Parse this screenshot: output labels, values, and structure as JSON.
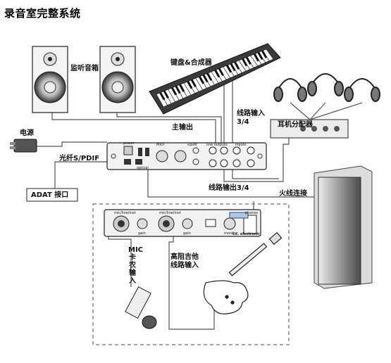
{
  "title": "录音室完整系统",
  "labels": {
    "monitor_speakers": "监听音箱",
    "keyboard": "键盘&合成器",
    "power": "电源",
    "main_out": "主输出",
    "line_in": "线路输入3/4",
    "headphone_amp": "耳机分配器",
    "optical": "光纤S/PDIF",
    "adat": "ADAT 接口",
    "line_out": "线路输出3/4",
    "firewire": "火线连接",
    "mic_in": "MIC卡农输入",
    "guitar_in": "高阻吉他线路输入"
  },
  "interface_panel": {
    "brand": "t.c. electronic",
    "rear_labels": [
      "power",
      "optical",
      "MIDI",
      "s/pdif",
      "line outputs",
      "inputs"
    ],
    "front_labels": [
      "mic/line/inst",
      "mic/line/inst",
      "gain",
      "gain",
      "phones",
      "monitor"
    ]
  },
  "colors": {
    "cable": "#555555",
    "dashed_border": "#888888",
    "device_body": "#f2f2f2"
  }
}
